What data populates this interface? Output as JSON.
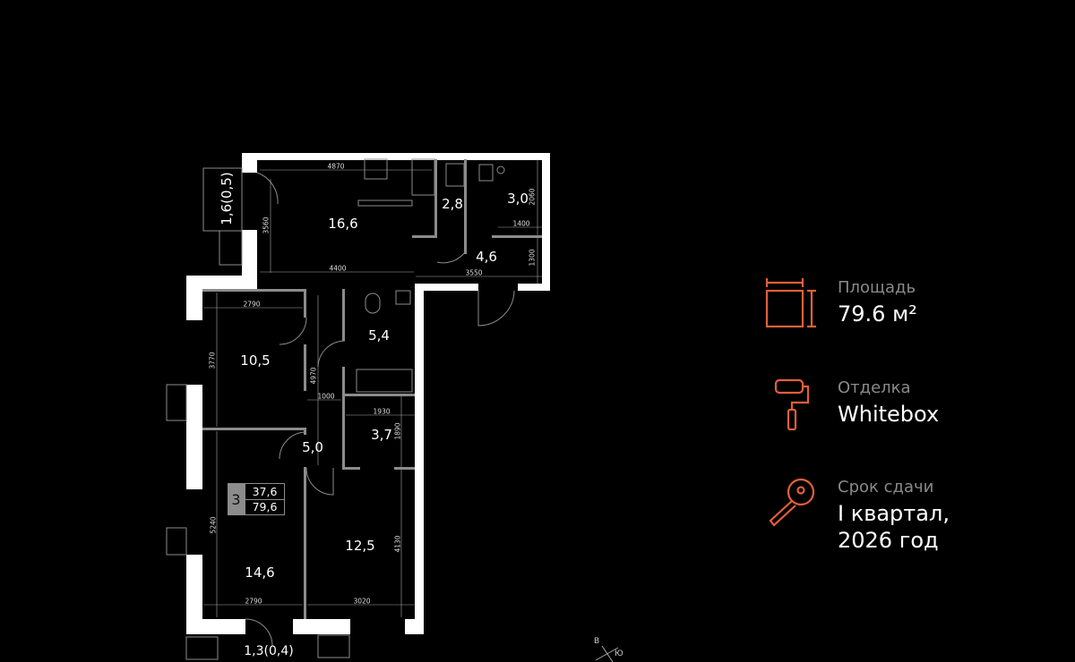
{
  "plan": {
    "rooms": {
      "kitchen_living": "16,6",
      "bathroom_small": "2,8",
      "laundry": "3,0",
      "hall_entry": "4,6",
      "bathroom": "5,4",
      "bedroom_1": "10,5",
      "corridor": "5,0",
      "storage": "3,7",
      "bedroom_2": "12,5",
      "bedroom_3": "14,6",
      "balcony_1": "1,6(0,5)",
      "balcony_2": "1,3(0,4)"
    },
    "dimensions": {
      "d4870": "4870",
      "d3560": "3560",
      "d4400": "4400",
      "d3550": "3550",
      "d2060": "2060",
      "d1400": "1400",
      "d1300": "1300",
      "d2790a": "2790",
      "d3770": "3770",
      "d4970": "4970",
      "d1000": "1000",
      "d1930": "1930",
      "d1890": "1890",
      "d5240": "5240",
      "d4130": "4130",
      "d2790b": "2790",
      "d3020": "3020"
    },
    "badge": {
      "rooms": "3",
      "living_area": "37,6",
      "total_area": "79,6"
    },
    "compass": {
      "east": "В",
      "south": "Ю"
    }
  },
  "info": {
    "area": {
      "label": "Площадь",
      "value": "79.6 м²",
      "icon": "area-icon"
    },
    "finish": {
      "label": "Отделка",
      "value": "Whitebox",
      "icon": "paint-roller-icon"
    },
    "delivery": {
      "label": "Срок сдачи",
      "value_line1": "I квартал,",
      "value_line2": "2026 год",
      "icon": "key-icon"
    }
  },
  "colors": {
    "accent": "#e0603a",
    "wall": "#ffffff",
    "partition": "#8c8c8c",
    "label": "#8a8a8a"
  }
}
